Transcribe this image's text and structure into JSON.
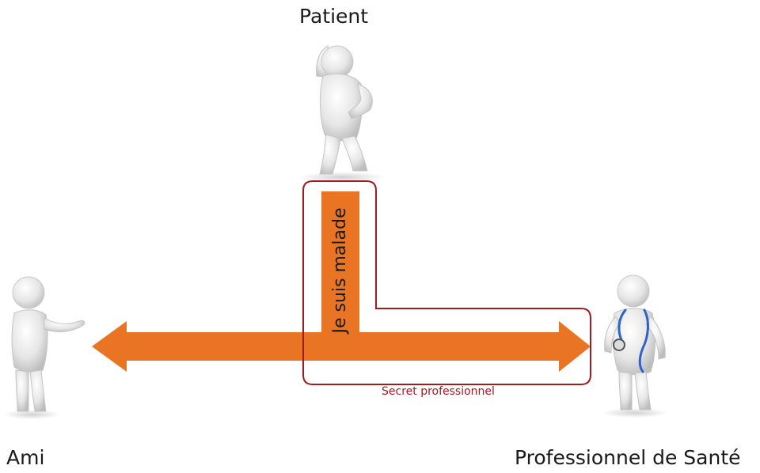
{
  "diagram": {
    "nodes": {
      "patient": {
        "label": "Patient",
        "icon": "patient-figure-icon"
      },
      "ami": {
        "label": "Ami",
        "icon": "friend-figure-icon"
      },
      "professionnel": {
        "label": "Professionnel de Santé",
        "icon": "doctor-stethoscope-figure-icon"
      }
    },
    "message": "Je suis malade",
    "secret_label": "Secret professionnel"
  },
  "colors": {
    "arrow": "#e87424",
    "secret_outline": "#a01c22",
    "secret_text": "#a01c22",
    "figure": "#e6e6e6",
    "stethoscope": "#2f63c8",
    "text": "#1a1a1a"
  }
}
